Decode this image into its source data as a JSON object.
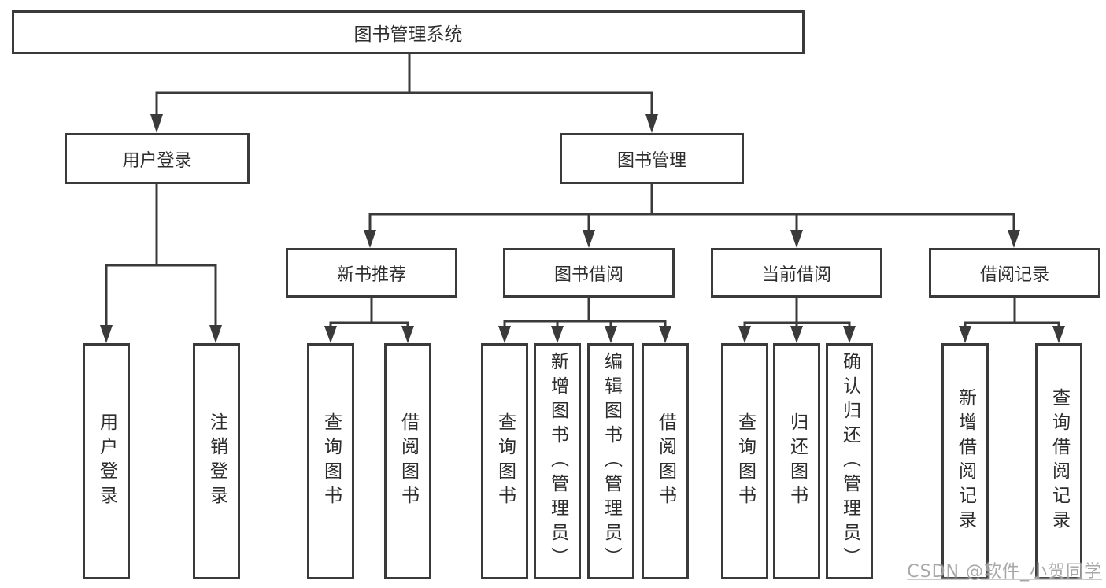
{
  "diagram_type": "hierarchy-tree",
  "colors": {
    "line": "#3a3a3a",
    "box_border": "#3a3a3a",
    "text": "#2d2d2d",
    "background": "#ffffff",
    "watermark": "#9e9e9e"
  },
  "tree": {
    "label": "图书管理系统",
    "children": [
      {
        "label": "用户登录",
        "children": [
          {
            "label": "用户登录"
          },
          {
            "label": "注销登录"
          }
        ]
      },
      {
        "label": "图书管理",
        "children": [
          {
            "label": "新书推荐",
            "children": [
              {
                "label": "查询图书"
              },
              {
                "label": "借阅图书"
              }
            ]
          },
          {
            "label": "图书借阅",
            "children": [
              {
                "label": "查询图书"
              },
              {
                "label": "新增图书（管理员）"
              },
              {
                "label": "编辑图书（管理员）"
              },
              {
                "label": "借阅图书"
              }
            ]
          },
          {
            "label": "当前借阅",
            "children": [
              {
                "label": "查询图书"
              },
              {
                "label": "归还图书"
              },
              {
                "label": "确认归还（管理员）"
              }
            ]
          },
          {
            "label": "借阅记录",
            "children": [
              {
                "label": "新增借阅记录"
              },
              {
                "label": "查询借阅记录"
              }
            ]
          }
        ]
      }
    ]
  },
  "watermark": {
    "text": "CSDN @软件_小贺同学"
  }
}
